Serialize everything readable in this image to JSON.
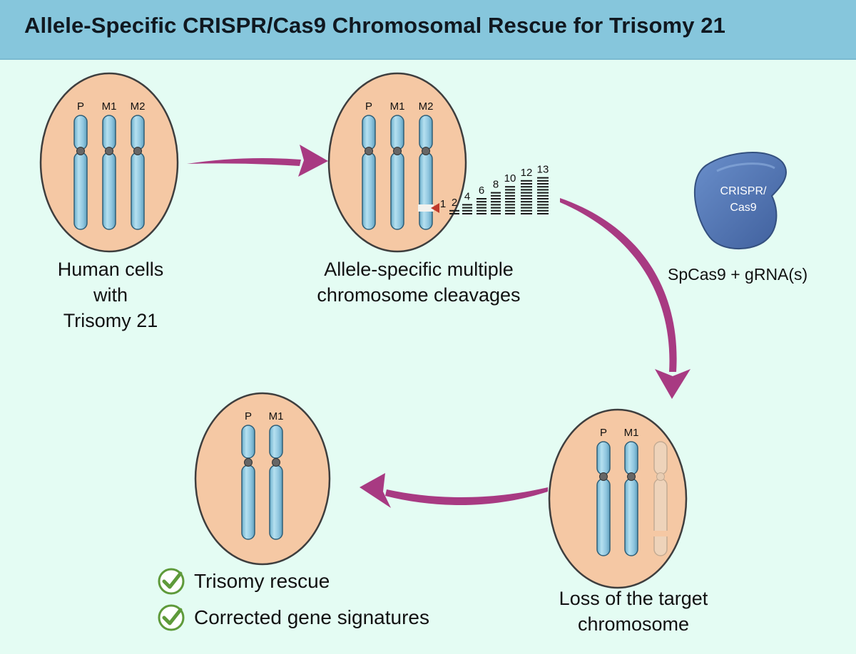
{
  "title": "Allele-Specific CRISPR/Cas9 Chromosomal Rescue for Trisomy 21",
  "colors": {
    "header_bg": "#86c6dc",
    "background": "#e4fcf3",
    "cell_fill": "#f5c8a4",
    "chromosome": "#8fc6df",
    "arrow": "#a83a82",
    "cas9": "#4f74b4",
    "check": "#5e9a3a"
  },
  "cells": [
    {
      "chromosome_labels": [
        "P",
        "M1",
        "M2"
      ]
    },
    {
      "chromosome_labels": [
        "P",
        "M1",
        "M2"
      ]
    },
    {
      "chromosome_labels": [
        "P",
        "M1"
      ]
    },
    {
      "chromosome_labels": [
        "P",
        "M1"
      ]
    }
  ],
  "captions": {
    "step1": [
      "Human cells",
      "with",
      "Trisomy 21"
    ],
    "step2": [
      "Allele-specific multiple",
      "chromosome cleavages"
    ],
    "step3": [
      "Loss of the target",
      "chromosome"
    ]
  },
  "cleavage_counts": [
    "1",
    "2",
    "4",
    "6",
    "8",
    "10",
    "12",
    "13"
  ],
  "cas9": {
    "label_line1": "CRISPR/",
    "label_line2": "Cas9",
    "caption": "SpCas9 + gRNA(s)"
  },
  "outcomes": [
    "Trisomy rescue",
    "Corrected gene signatures"
  ],
  "icons": [
    "checkmark-circle-icon",
    "scissors-cut-marker-icon"
  ]
}
